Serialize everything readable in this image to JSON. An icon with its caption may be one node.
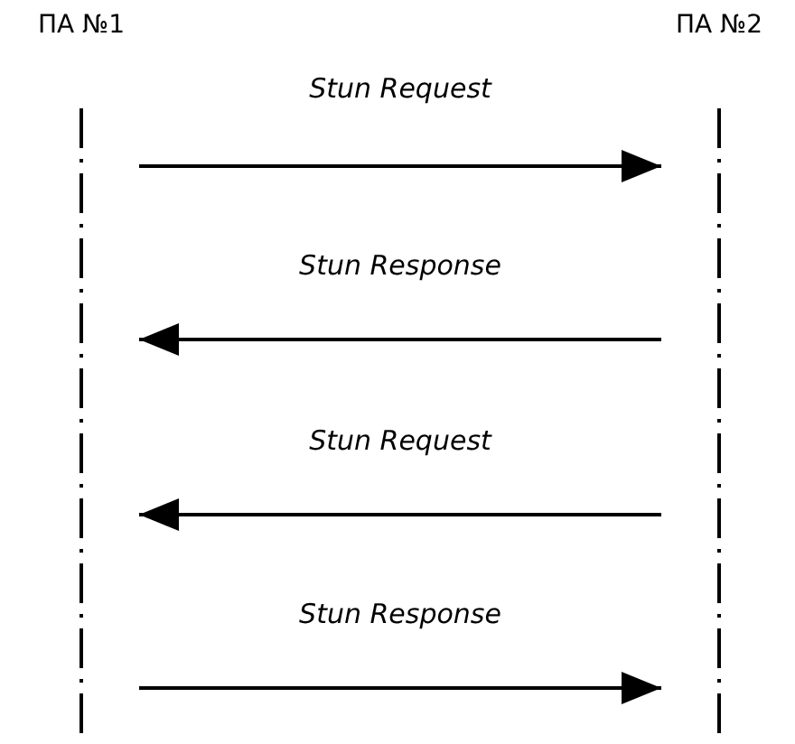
{
  "diagram": {
    "nodes": [
      {
        "text": [
          "ПА №1"
        ]
      },
      {
        "text": [
          "ПА №2"
        ]
      }
    ],
    "edges": [
      {
        "from": 0,
        "to": 1,
        "arrow": "to",
        "label": "Stun Request"
      },
      {
        "from": 1,
        "to": 0,
        "arrow": "to",
        "label": "Stun Response"
      },
      {
        "from": 1,
        "to": 0,
        "arrow": "to",
        "label": "Stun Request"
      },
      {
        "from": 0,
        "to": 1,
        "arrow": "to",
        "label": "Stun Response"
      }
    ]
  }
}
